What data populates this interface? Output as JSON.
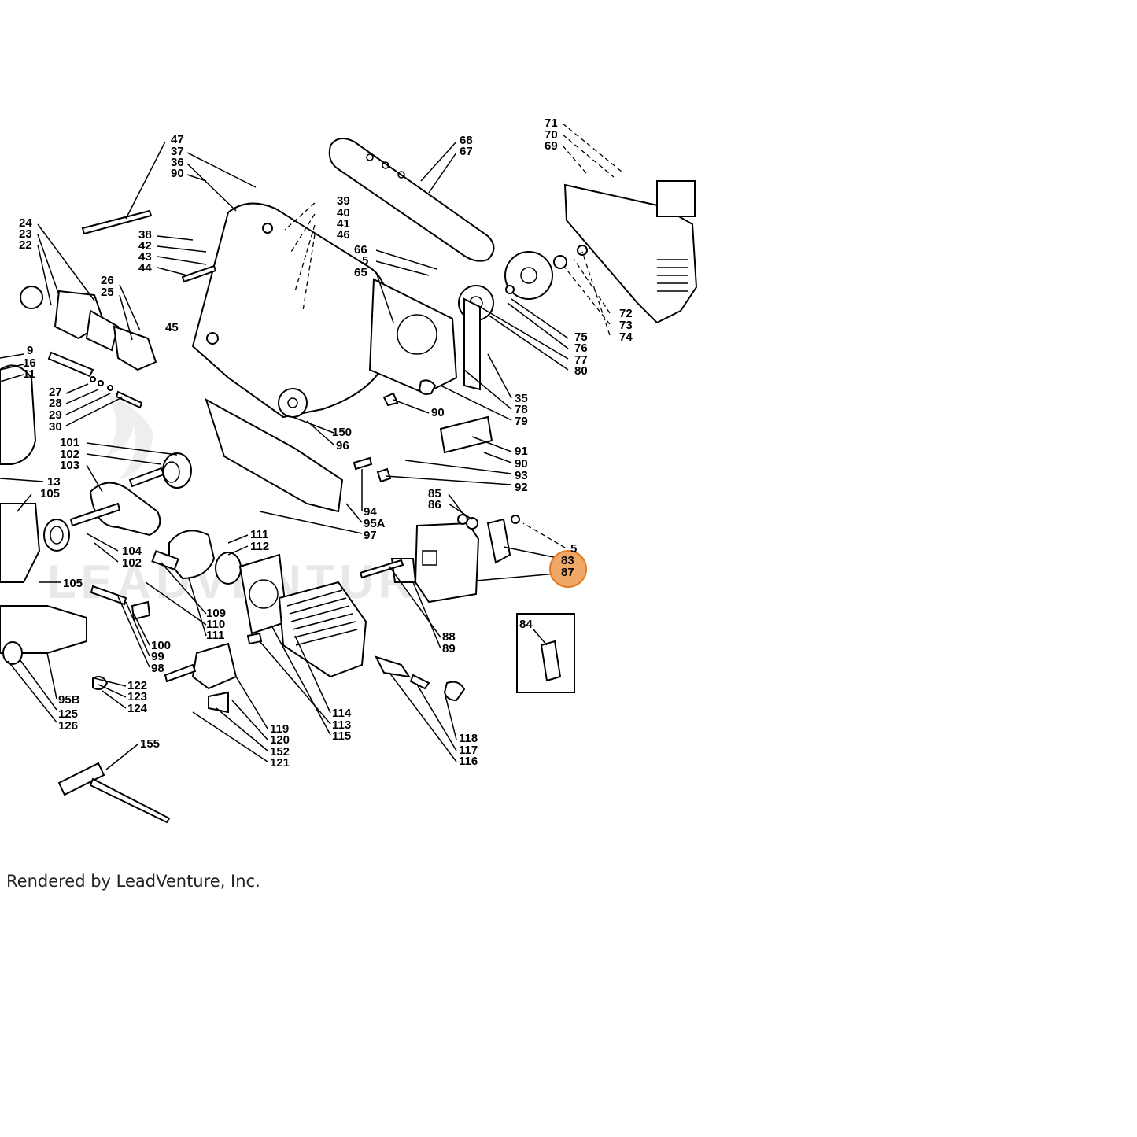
{
  "diagram": {
    "callouts": {
      "c47": "47",
      "c37": "37",
      "c36": "36",
      "c90a": "90",
      "c39": "39",
      "c40": "40",
      "c41": "41",
      "c46": "46",
      "c68": "68",
      "c67": "67",
      "c71": "71",
      "c70": "70",
      "c69": "69",
      "c24": "24",
      "c23": "23",
      "c22": "22",
      "c38": "38",
      "c42": "42",
      "c43": "43",
      "c44": "44",
      "c66": "66",
      "c5a": "5",
      "c65": "65",
      "c26": "26",
      "c25": "25",
      "c45": "45",
      "c72": "72",
      "c73": "73",
      "c74": "74",
      "c75": "75",
      "c76": "76",
      "c77": "77",
      "c80": "80",
      "c9": "9",
      "c16": "16",
      "c11": "11",
      "c27": "27",
      "c28": "28",
      "c29": "29",
      "c30": "30",
      "c35": "35",
      "c78": "78",
      "c79": "79",
      "c90b": "90",
      "c150": "150",
      "c96": "96",
      "c101": "101",
      "c102a": "102",
      "c103": "103",
      "c91": "91",
      "c90c": "90",
      "c93": "93",
      "c92": "92",
      "c13": "13",
      "c105a": "105",
      "c85": "85",
      "c86": "86",
      "c94": "94",
      "c95a": "95A",
      "c97": "97",
      "c5b": "5",
      "c83": "83",
      "c87": "87",
      "c111a": "111",
      "c112": "112",
      "c104": "104",
      "c102b": "102",
      "c105b": "105",
      "c109": "109",
      "c110": "110",
      "c111b": "111",
      "c84": "84",
      "c88": "88",
      "c89": "89",
      "c100": "100",
      "c99": "99",
      "c98": "98",
      "c122": "122",
      "c123": "123",
      "c124": "124",
      "c114": "114",
      "c113": "113",
      "c115": "115",
      "c95b": "95B",
      "c125": "125",
      "c126": "126",
      "c119": "119",
      "c120": "120",
      "c152": "152",
      "c121": "121",
      "c118": "118",
      "c117": "117",
      "c116": "116",
      "c155": "155"
    },
    "watermark": "LEADVENTURE",
    "highlight": {
      "color": "#f0a868",
      "border": "#e07b1e",
      "parts": [
        "83",
        "87"
      ]
    }
  },
  "footer": {
    "credit": "Rendered by LeadVenture, Inc."
  }
}
